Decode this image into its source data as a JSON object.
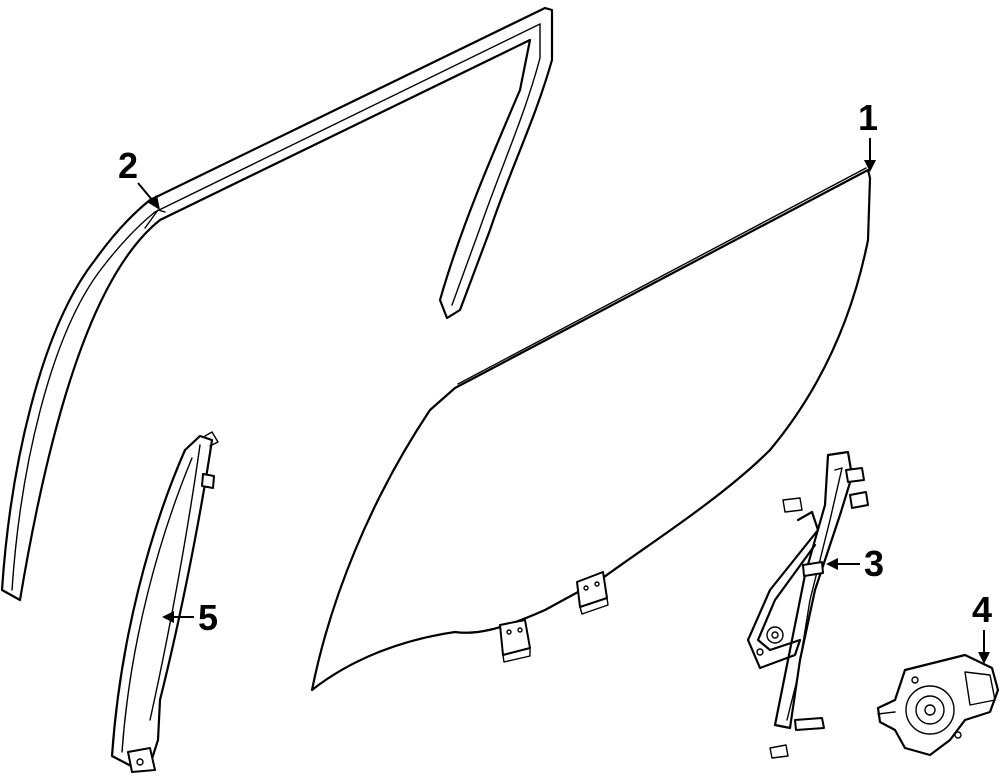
{
  "colors": {
    "line": "#000000",
    "background": "#ffffff"
  },
  "callouts": [
    {
      "id": "1",
      "label": "1",
      "part": "door-glass"
    },
    {
      "id": "2",
      "label": "2",
      "part": "glass-run-channel"
    },
    {
      "id": "3",
      "label": "3",
      "part": "window-regulator"
    },
    {
      "id": "4",
      "label": "4",
      "part": "regulator-motor"
    },
    {
      "id": "5",
      "label": "5",
      "part": "rear-guide-channel"
    }
  ]
}
